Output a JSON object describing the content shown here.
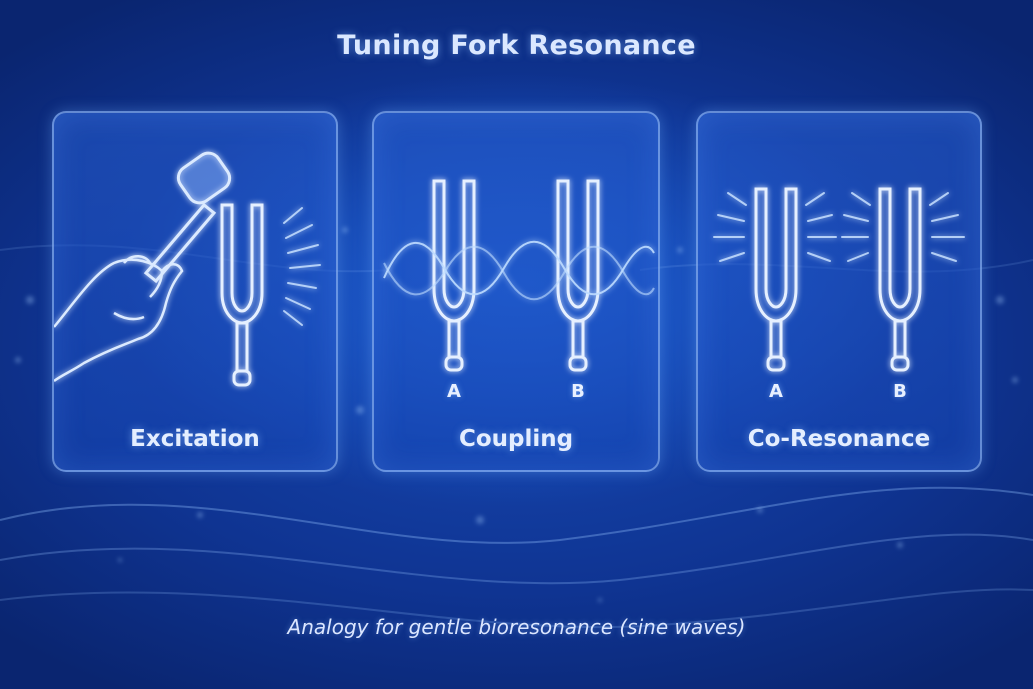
{
  "title": "Tuning Fork Resonance",
  "panels": [
    {
      "label": "Excitation"
    },
    {
      "label": "Coupling",
      "fork_labels": [
        "A",
        "B"
      ]
    },
    {
      "label": "Co-Resonance",
      "fork_labels": [
        "A",
        "B"
      ]
    }
  ],
  "caption": "Analogy for gentle bioresonance (sine waves)",
  "colors": {
    "background": "#1749b4",
    "glow": "#8fc2ff",
    "outline": "#dbeaff"
  }
}
